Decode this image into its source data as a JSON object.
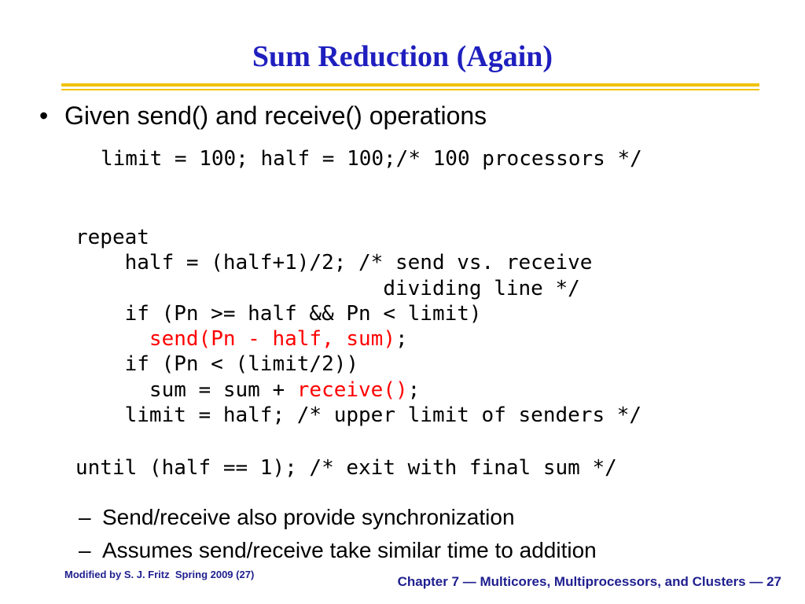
{
  "slide": {
    "title": "Sum Reduction (Again)",
    "bullet_marker": "•",
    "bullet_text": "Given send() and receive() operations",
    "code_top": "limit = 100; half = 100;/* 100 processors */",
    "code_lines": {
      "l1": "repeat",
      "l2": "    half = (half+1)/2; /* send vs. receive",
      "l3": "                         dividing line */",
      "l4": "    if (Pn >= half && Pn < limit)",
      "l5_pre": "      ",
      "l5_red": "send(Pn - half, sum)",
      "l5_post": ";",
      "l6": "    if (Pn < (limit/2))",
      "l7_pre": "      sum = sum + ",
      "l7_red": "receive()",
      "l7_post": ";",
      "l8": "    limit = half; /* upper limit of senders */"
    },
    "code_bottom": "until (half == 1); /* exit with final sum */",
    "sub_marker": "–",
    "sub_bullets": [
      "Send/receive also provide synchronization",
      "Assumes send/receive take similar time to addition"
    ],
    "footer_left": "Modified by S. J. Fritz  Spring 2009 (27)",
    "footer_right": "Chapter 7 — Multicores, Multiprocessors, and Clusters — 27"
  },
  "colors": {
    "title": "#1f1fbf",
    "rule": "#f2c200",
    "highlight": "#ff0000",
    "footer": "#1f1f8f"
  }
}
